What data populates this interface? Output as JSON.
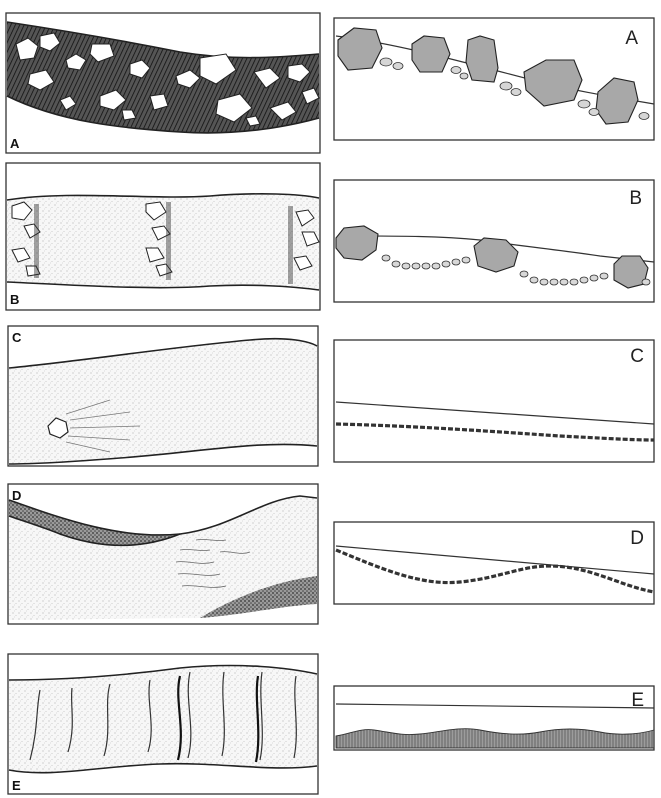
{
  "figure": {
    "panels": [
      {
        "letter": "A",
        "plan_label": "A",
        "profile_label": "A"
      },
      {
        "letter": "B",
        "plan_label": "B",
        "profile_label": "B"
      },
      {
        "letter": "C",
        "plan_label": "C",
        "profile_label": "C"
      },
      {
        "letter": "D",
        "plan_label": "D",
        "profile_label": "D"
      },
      {
        "letter": "E",
        "plan_label": "E",
        "profile_label": "E"
      }
    ]
  }
}
